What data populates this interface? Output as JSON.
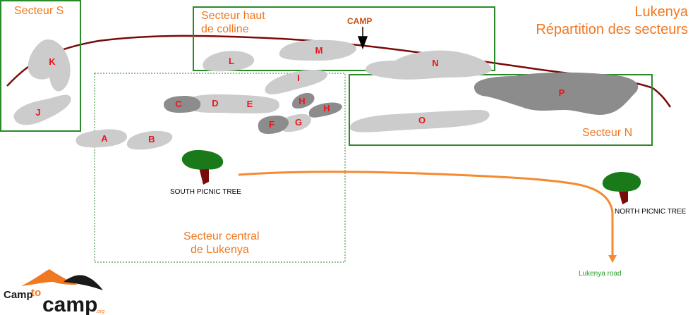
{
  "title": {
    "line1": "Lukenya",
    "line2": "Répartition des secteurs"
  },
  "sectors": {
    "s": {
      "label": "Secteur S"
    },
    "haut": {
      "line1": "Secteur haut",
      "line2": "de colline"
    },
    "n": {
      "label": "Secteur N"
    },
    "central": {
      "line1": "Secteur central",
      "line2": "de Lukenya"
    }
  },
  "camp": {
    "label": "CAMP"
  },
  "rocks": {
    "K": "K",
    "J": "J",
    "L": "L",
    "M": "M",
    "N": "N",
    "I": "I",
    "C": "C",
    "D": "D",
    "E": "E",
    "H1": "H",
    "H2": "H",
    "F": "F",
    "G": "G",
    "P": "P",
    "O": "O",
    "A": "A",
    "B": "B"
  },
  "trees": {
    "south": "SOUTH PICNIC TREE",
    "north": "NORTH PICNIC TREE"
  },
  "road": {
    "label": "Lukenya road"
  },
  "logo": {
    "part1": "Camp",
    "part2": "to",
    "part3": "camp",
    "suffix": ".org"
  },
  "colors": {
    "sector_border": "#2a8a2a",
    "ridge": "#7a0a0a",
    "road": "#f58a30",
    "rock_light": "#cccccc",
    "rock_dark": "#8c8c8c",
    "label": "#e8161c",
    "sector_text": "#f07820",
    "tree_green": "#1a7a1a",
    "tree_trunk": "#7a0a0a"
  }
}
